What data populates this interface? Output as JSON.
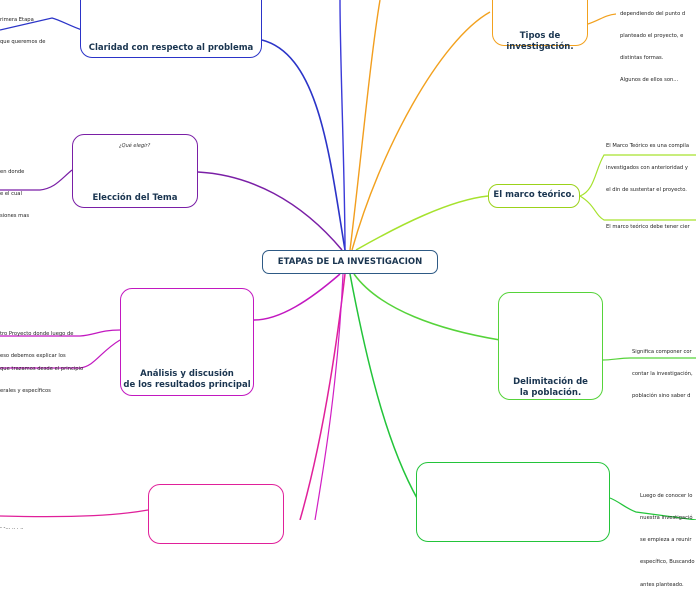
{
  "root": {
    "label": "ETAPAS DE LA INVESTIGACION"
  },
  "nodes": {
    "claridad": {
      "label": "Claridad con respecto al problema"
    },
    "eleccion": {
      "label": "Elección del Tema"
    },
    "analisis": {
      "label_line1": "Análisis y discusión",
      "label_line2": "de los resultados principal"
    },
    "tipos": {
      "label": "Tipos de investigación."
    },
    "marco": {
      "label": "El marco teórico."
    },
    "delimitacion": {
      "label_line1": "Delimitación de",
      "label_line2": "la población."
    }
  },
  "illustrations": {
    "eleccion_sign": "¿Qué elegir?"
  },
  "notes": {
    "claridad": [
      "rimera Etapa",
      "que queremos de"
    ],
    "eleccion": [
      "en donde",
      "e el cual",
      "siones mas"
    ],
    "analisis_1": [
      "tro Proyecto donde luego de",
      "eso debemos explicar los"
    ],
    "analisis_2": [
      "que trazamos desde el principio",
      "erales y específicos"
    ],
    "tipos": [
      "dependiendo del punto d",
      "planteado el proyecto, e",
      "distintas formas.",
      "Algunos de ellos son..."
    ],
    "marco_1": [
      "El Marco Teórico es una compila",
      "investigados con anterioridad y",
      "el din de sustentar el proyecto."
    ],
    "marco_2": [
      "El marco teórico debe tener cier"
    ],
    "delimitacion": [
      "Significa componer cor",
      "contar la investigación,",
      "población sino saber d"
    ],
    "bottom_right": [
      "Luego de conocer lo",
      "nuestra investigació",
      "se empieza a reunir",
      "específico, Buscando",
      "antes planteado."
    ],
    "bottom_left": [
      "- -... .. . .."
    ]
  },
  "colors": {
    "claridad": "#2b34c8",
    "eleccion": "#7a1fa6",
    "analisis": "#c218c0",
    "bottom_left": "#e0209a",
    "tipos": "#f2a11e",
    "marco": "#a6e22e",
    "delimitacion": "#56d33a",
    "bottom_right": "#23c43a",
    "top_blue": "#3a3ad8",
    "top_orange": "#f29e1e"
  }
}
